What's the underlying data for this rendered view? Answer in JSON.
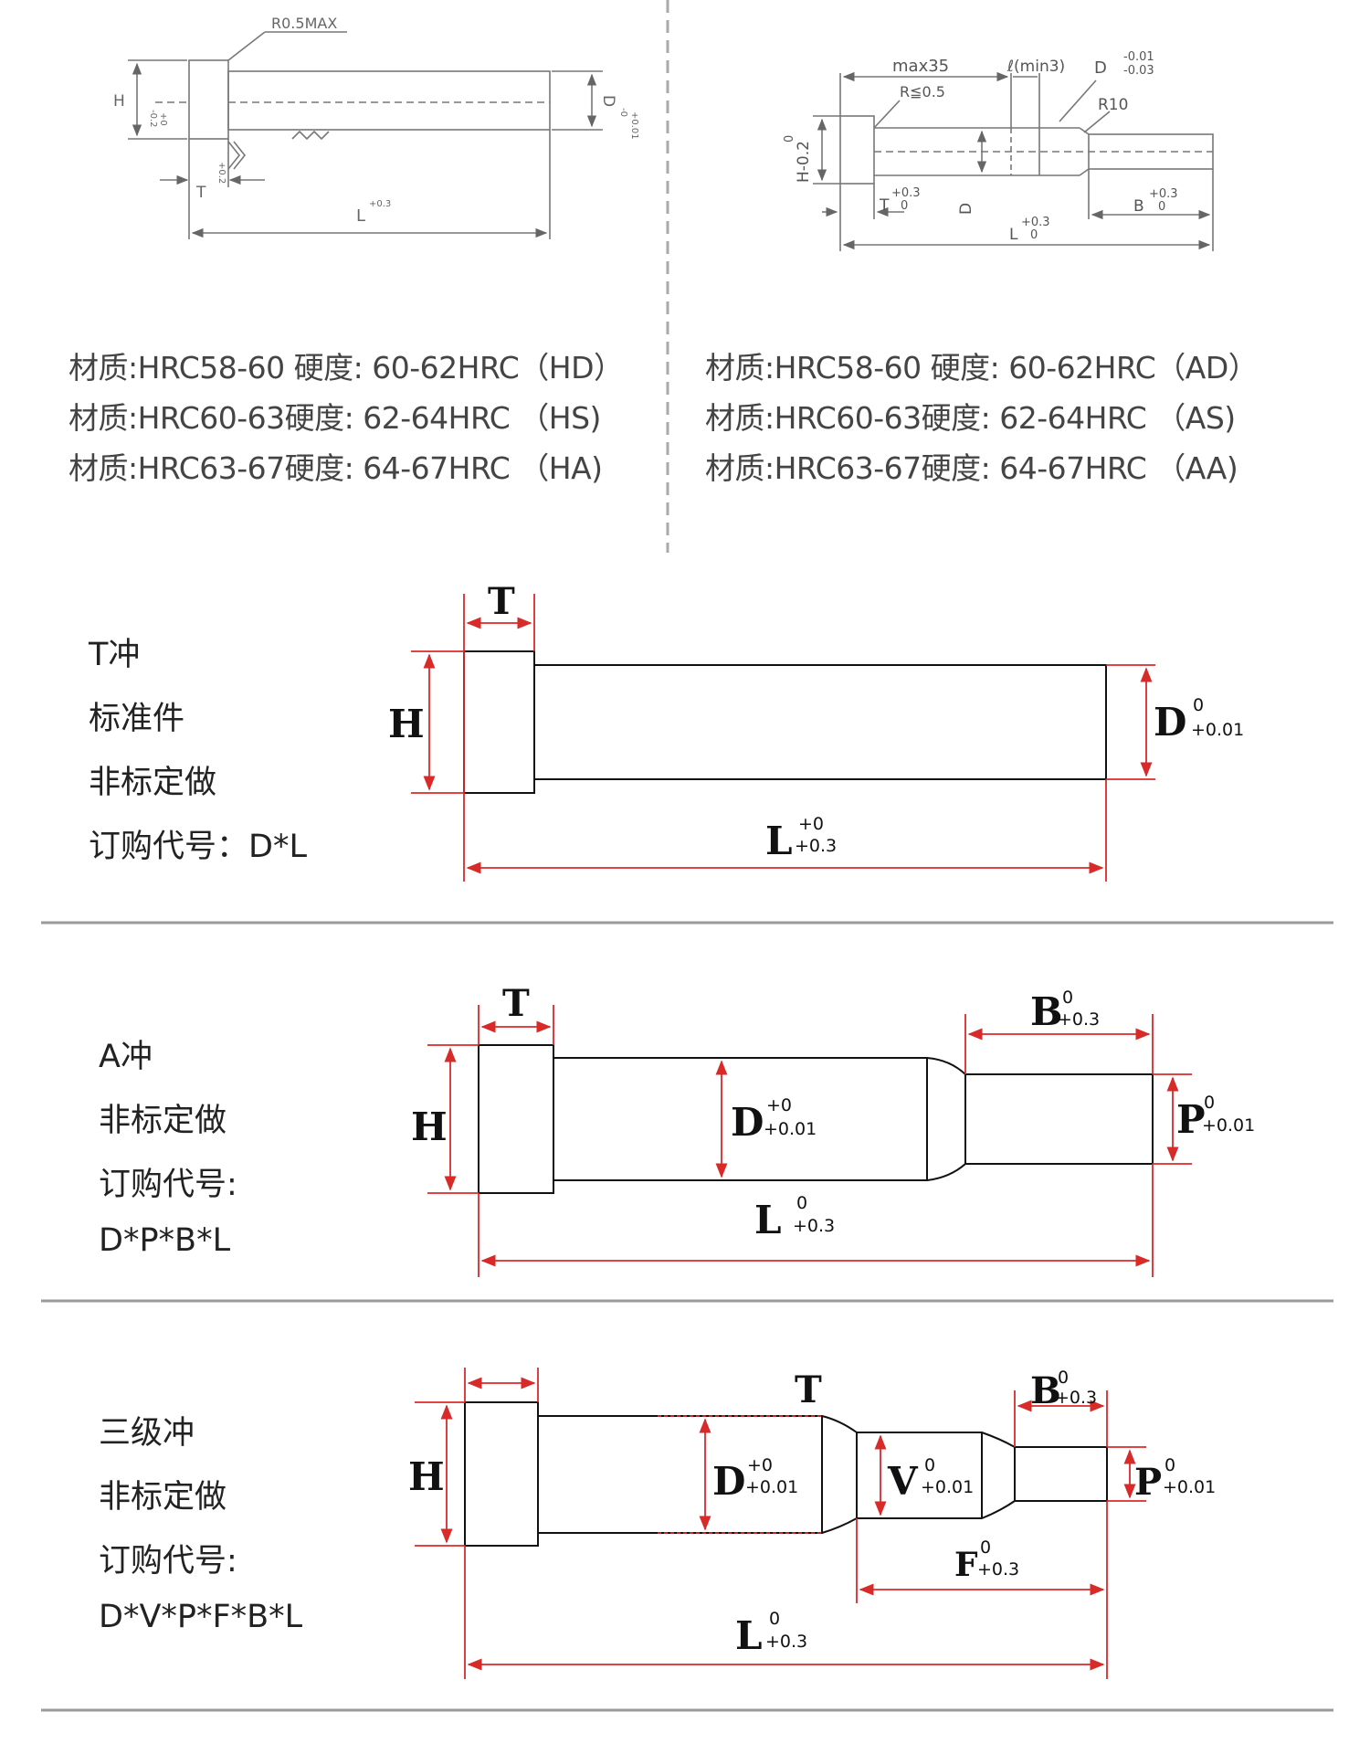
{
  "colors": {
    "dim_red": "#d92a2a",
    "outline": "#111111",
    "sketch": "#777777",
    "divider": "#9a9a9a"
  },
  "top_left": {
    "labels": {
      "r05max": "R0.5MAX",
      "H": "H",
      "H_tol_top": "+0",
      "H_tol_bot": "-0.2",
      "D": "D",
      "D_tol_top": "-0",
      "D_tol_bot": "+0.01",
      "T": "T",
      "T_tol": "+0.2",
      "L": "L",
      "L_tol": "+0.3"
    },
    "specs": [
      "材质:HRC58-60 硬度: 60-62HRC（HD）",
      "材质:HRC60-63硬度:  62-64HRC （HS)",
      "材质:HRC63-67硬度: 64-67HRC （HA)"
    ]
  },
  "top_right": {
    "labels": {
      "max35": "max35",
      "min3": "ℓ(min3)",
      "D": "D",
      "D_tol_top": "-0.01",
      "D_tol_bot": "-0.03",
      "r05": "R≦0.5",
      "r10": "R10",
      "H": "H-0.2",
      "H_tol": "0",
      "T": "T",
      "T_tol_top": "+0.3",
      "T_tol_bot": "0",
      "D2": "D",
      "B": "B",
      "B_tol_top": "+0.3",
      "B_tol_bot": "0",
      "L": "L",
      "L_tol_top": "+0.3",
      "L_tol_bot": "0"
    },
    "specs": [
      "材质:HRC58-60 硬度: 60-62HRC（AD）",
      "材质:HRC60-63硬度:  62-64HRC （AS)",
      "材质:HRC63-67硬度: 64-67HRC （AA)"
    ]
  },
  "section_t": {
    "lines": [
      "T冲",
      "标准件",
      "非标定做",
      "订购代号：D*L"
    ],
    "labels": {
      "T": "T",
      "H": "H",
      "D": "D",
      "D_sup": "0",
      "D_sub": "+0.01",
      "L": "L",
      "L_sup": "+0",
      "L_sub": "+0.3"
    }
  },
  "section_a": {
    "lines": [
      "A冲",
      "非标定做",
      "订购代号:",
      "D*P*B*L"
    ],
    "labels": {
      "T": "T",
      "H": "H",
      "B": "B",
      "B_sup": "0",
      "B_sub": "+0.3",
      "D": "D",
      "D_sup": "+0",
      "D_sub": "+0.01",
      "P": "P",
      "P_sup": "0",
      "P_sub": "+0.01",
      "L": "L",
      "L_sup": "0",
      "L_sub": "+0.3"
    }
  },
  "section_3": {
    "lines": [
      "三级冲",
      "非标定做",
      "订购代号:",
      "D*V*P*F*B*L"
    ],
    "labels": {
      "T": "T",
      "H": "H",
      "B": "B",
      "B_sup": "0",
      "B_sub": "+0.3",
      "D": "D",
      "D_sup": "+0",
      "D_sub": "+0.01",
      "V": "V",
      "V_sup": "0",
      "V_sub": "+0.01",
      "P": "P",
      "P_sup": "0",
      "P_sub": "+0.01",
      "F": "F",
      "F_sup": "0",
      "F_sub": "+0.3",
      "L": "L",
      "L_sup": "0",
      "L_sub": "+0.3"
    }
  }
}
